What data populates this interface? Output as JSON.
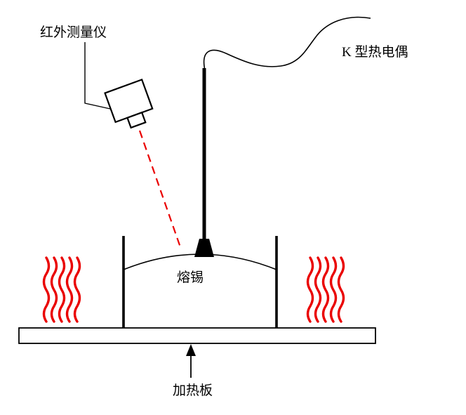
{
  "diagram": {
    "type": "experimental-setup-schematic",
    "labels": {
      "infrared_meter": "红外测量仪",
      "thermocouple": "K 型热电偶",
      "molten_tin": "熔锡",
      "heating_plate": "加热板"
    },
    "colors": {
      "heat": "#ea0000",
      "ink": "#000000",
      "background": "#ffffff"
    }
  }
}
